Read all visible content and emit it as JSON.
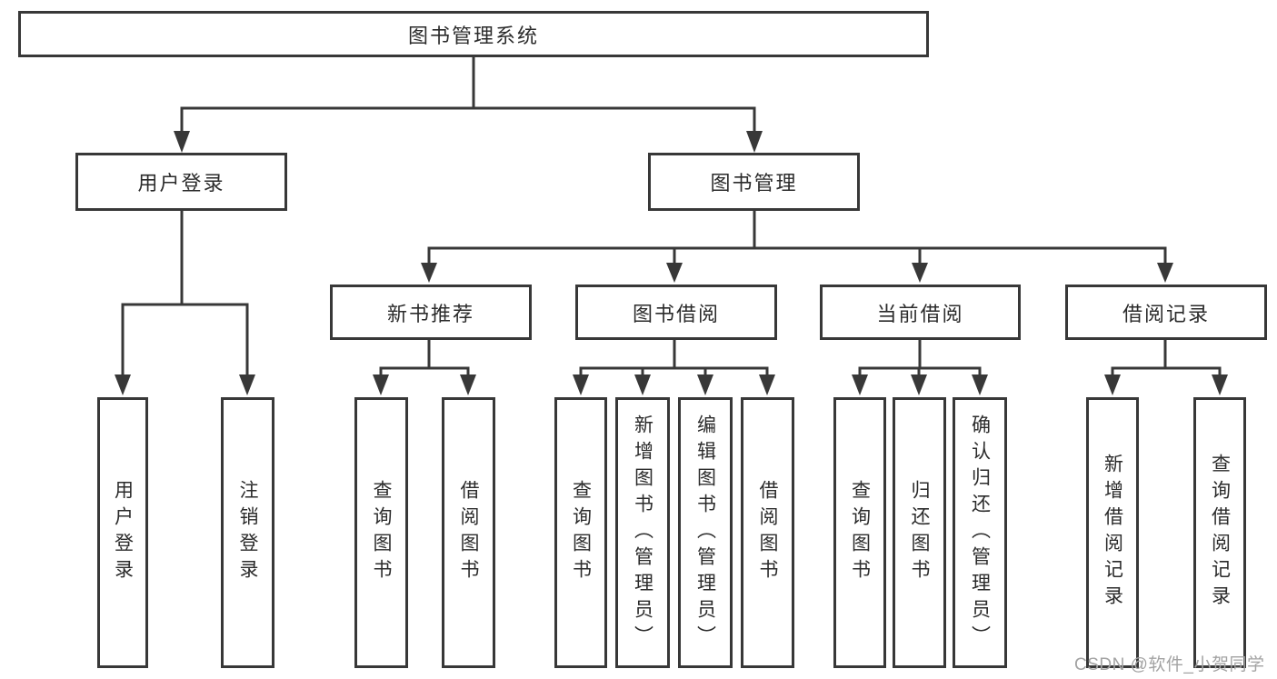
{
  "colors": {
    "line": "#383838",
    "text": "#2b2b2b",
    "background": "#ffffff",
    "watermark": "#a3a3a3"
  },
  "watermark": {
    "text": "CSDN @软件_小贺同学"
  },
  "tree": {
    "root": {
      "label": "图书管理系统"
    },
    "branches": [
      {
        "label": "用户登录",
        "children": [
          {
            "label": "用户登录"
          },
          {
            "label": "注销登录"
          }
        ]
      },
      {
        "label": "图书管理",
        "children": [
          {
            "label": "新书推荐",
            "children": [
              {
                "label": "查询图书"
              },
              {
                "label": "借阅图书"
              }
            ]
          },
          {
            "label": "图书借阅",
            "children": [
              {
                "label": "查询图书"
              },
              {
                "label": "新增图书（管理员）"
              },
              {
                "label": "编辑图书（管理员）"
              },
              {
                "label": "借阅图书"
              }
            ]
          },
          {
            "label": "当前借阅",
            "children": [
              {
                "label": "查询图书"
              },
              {
                "label": "归还图书"
              },
              {
                "label": "确认归还（管理员）"
              }
            ]
          },
          {
            "label": "借阅记录",
            "children": [
              {
                "label": "新增借阅记录"
              },
              {
                "label": "查询借阅记录"
              }
            ]
          }
        ]
      }
    ]
  }
}
